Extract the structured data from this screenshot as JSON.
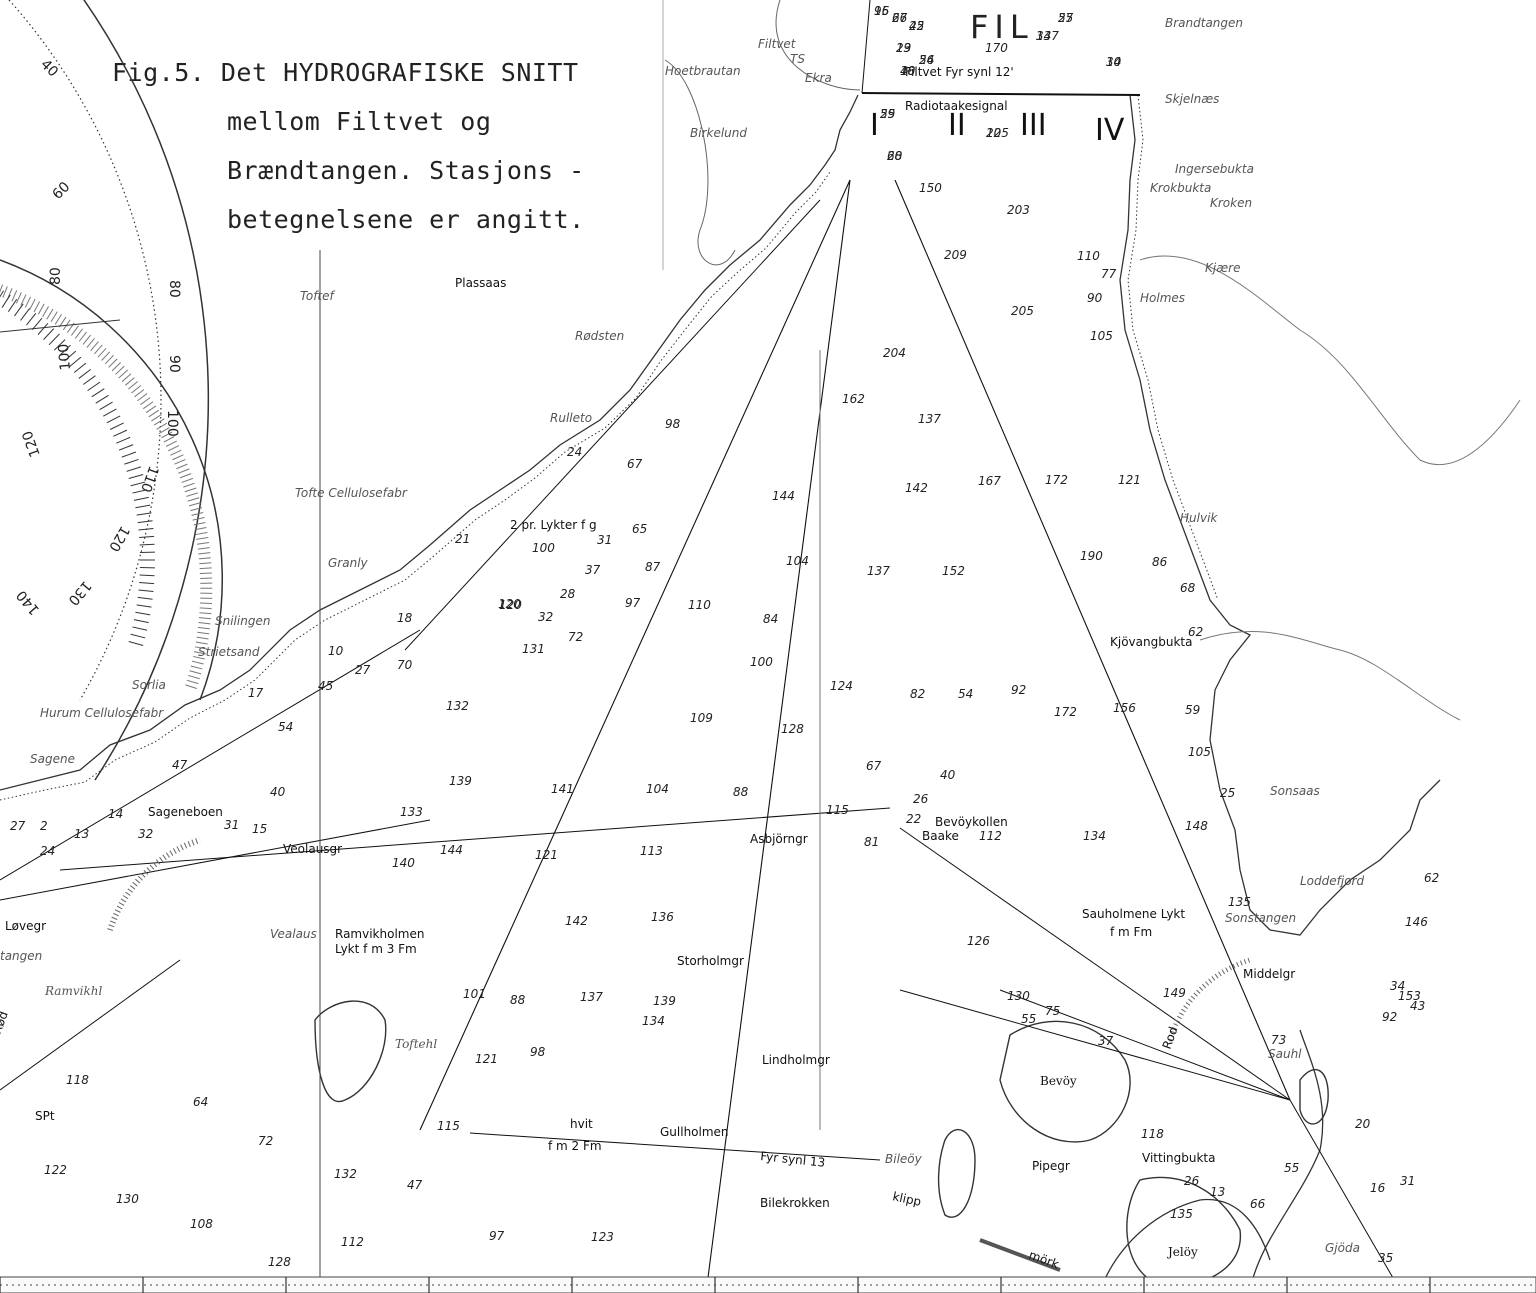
{
  "caption": {
    "line1": "Fig.5. Det HYDROGRAFISKE SNITT",
    "line2": "mellom Filtvet og",
    "line3": "Brændtangen. Stasjons -",
    "line4": "betegnelsene er angitt."
  },
  "stations": [
    "I",
    "II",
    "III",
    "IV"
  ],
  "headers": {
    "fil": "FIL",
    "fil_number": "170"
  },
  "places": [
    {
      "label": "Filtvet",
      "name": "filtvet"
    },
    {
      "label": "TS",
      "name": "ts"
    },
    {
      "label": "Ekra",
      "name": "ekra"
    },
    {
      "label": "Filtvet Fyr synl 12'",
      "name": "filtvet-fyr"
    },
    {
      "label": "Radiotaakesignal",
      "name": "radiotaakesignal"
    },
    {
      "label": "Plassaas",
      "name": "plassaas"
    },
    {
      "label": "Toftef",
      "name": "toftef"
    },
    {
      "label": "Rødsten",
      "name": "rodsten"
    },
    {
      "label": "Rulleto",
      "name": "rulleto"
    },
    {
      "label": "Tofte Cellulosefabr",
      "name": "tofte-cellulosefabr"
    },
    {
      "label": "2 pr. Lykter f g",
      "name": "lykter"
    },
    {
      "label": "Granly",
      "name": "granly"
    },
    {
      "label": "Snilingen",
      "name": "snilingen"
    },
    {
      "label": "Strietsand",
      "name": "strietsand"
    },
    {
      "label": "Sorlia",
      "name": "sorlia"
    },
    {
      "label": "Hurum Cellulosefabr",
      "name": "hurum-cellulosefabr"
    },
    {
      "label": "Sagene",
      "name": "sagene"
    },
    {
      "label": "Sageneboen",
      "name": "sageneboen"
    },
    {
      "label": "Veolausgr",
      "name": "veolausgr"
    },
    {
      "label": "Vealaus",
      "name": "vealaus"
    },
    {
      "label": "Ramvikholmen",
      "name": "ramvikholmen"
    },
    {
      "label": "Lykt f m 3 Fm",
      "name": "ramvik-lykt"
    },
    {
      "label": "Ramvikhl",
      "name": "ramvikhl"
    },
    {
      "label": "Løvegr",
      "name": "lovegr"
    },
    {
      "label": "tangen",
      "name": "tangen"
    },
    {
      "label": "Toftehl",
      "name": "toftehl"
    },
    {
      "label": "Asbjörngr",
      "name": "asbjorngr"
    },
    {
      "label": "Bevöykollen",
      "name": "bevoykollen"
    },
    {
      "label": "Baake",
      "name": "baake"
    },
    {
      "label": "Storholmgr",
      "name": "storholmgr"
    },
    {
      "label": "Lindholmgr",
      "name": "lindholmgr"
    },
    {
      "label": "Gullholmen",
      "name": "gullholmen"
    },
    {
      "label": "Fyr synl 13",
      "name": "gullholmen-fyr"
    },
    {
      "label": "Bilekrokken",
      "name": "bilekrokken"
    },
    {
      "label": "Bileöy",
      "name": "bileoy"
    },
    {
      "label": "Bevöy",
      "name": "bevoy"
    },
    {
      "label": "Pipegr",
      "name": "pipegr"
    },
    {
      "label": "Vittingbukta",
      "name": "vittingbukta"
    },
    {
      "label": "Jelöy",
      "name": "jeloy"
    },
    {
      "label": "Sauholmene Lykt",
      "name": "sauholmene-lykt"
    },
    {
      "label": "Sonstangen",
      "name": "sonstangen"
    },
    {
      "label": "Middelgr",
      "name": "middelgr"
    },
    {
      "label": "Kjövangbukta",
      "name": "kjovangbukta"
    },
    {
      "label": "Brandtangen",
      "name": "brandtangen"
    },
    {
      "label": "Skjelnæs",
      "name": "skjelnes"
    },
    {
      "label": "Ingersebukta",
      "name": "ingersebukta"
    },
    {
      "label": "Krokbukta",
      "name": "krokbukta"
    },
    {
      "label": "Kroken",
      "name": "kroken"
    },
    {
      "label": "Kjære",
      "name": "kjaere"
    },
    {
      "label": "Holmes",
      "name": "holmes"
    },
    {
      "label": "Hulvik",
      "name": "hulvik"
    },
    {
      "label": "Sonsaas",
      "name": "sonsaas"
    },
    {
      "label": "Loddefjord",
      "name": "loddefjord"
    },
    {
      "label": "Hoetbrautan",
      "name": "hoetbrautan"
    },
    {
      "label": "Birkelund",
      "name": "birkelund"
    },
    {
      "label": "Gjöda",
      "name": "gjoda"
    },
    {
      "label": "Sauhl",
      "name": "sauhl"
    },
    {
      "label": "SPt",
      "name": "spt"
    }
  ],
  "light_labels": [
    {
      "label": "hvit",
      "name": "hvit-1"
    },
    {
      "label": "f m 2 Fm",
      "name": "fm2fm-1"
    },
    {
      "label": "Rod",
      "name": "rod-1"
    },
    {
      "label": "klipp",
      "name": "klipp-1"
    },
    {
      "label": "mörk",
      "name": "mork-1"
    },
    {
      "label": "f m Fm",
      "name": "fmfm-1"
    },
    {
      "label": "Rød",
      "name": "rod-2"
    }
  ],
  "depths": [
    "16",
    "26",
    "45",
    "19",
    "54",
    "55",
    "137",
    "30",
    "18",
    "25",
    "60",
    "205",
    "150",
    "203",
    "209",
    "110",
    "77",
    "90",
    "205",
    "105",
    "204",
    "162",
    "137",
    "142",
    "167",
    "172",
    "121",
    "190",
    "86",
    "68",
    "62",
    "144",
    "104",
    "137",
    "152",
    "124",
    "82",
    "54",
    "92",
    "172",
    "156",
    "59",
    "105",
    "100",
    "109",
    "128",
    "67",
    "40",
    "88",
    "115",
    "26",
    "22",
    "112",
    "134",
    "148",
    "25",
    "81",
    "104",
    "141",
    "113",
    "121",
    "139",
    "132",
    "120",
    "144",
    "140",
    "133",
    "135",
    "126",
    "149",
    "130",
    "75",
    "55",
    "37",
    "98",
    "24",
    "67",
    "65",
    "87",
    "31",
    "21",
    "100",
    "37",
    "28",
    "97",
    "110",
    "84",
    "120",
    "32",
    "72",
    "131",
    "17",
    "27",
    "70",
    "10",
    "45",
    "18",
    "54",
    "47",
    "40",
    "31",
    "15",
    "13",
    "24",
    "27",
    "14",
    "32",
    "2",
    "118",
    "64",
    "72",
    "122",
    "130",
    "108",
    "128",
    "112",
    "97",
    "123",
    "132",
    "47",
    "115",
    "121",
    "98",
    "134",
    "136",
    "142",
    "101",
    "88",
    "137",
    "139",
    "135",
    "118",
    "26",
    "13",
    "66",
    "55",
    "35",
    "20",
    "16",
    "31",
    "92",
    "146",
    "62",
    "73",
    "34",
    "153",
    "43",
    "95",
    "67",
    "22",
    "23",
    "26",
    "27",
    "34",
    "14",
    "40",
    "59",
    "28",
    "12"
  ],
  "scale_labels": {
    "outer": [
      "40",
      "60",
      "80",
      "100",
      "120",
      "140"
    ],
    "inner": [
      "80",
      "90",
      "100",
      "110",
      "120",
      "130"
    ]
  }
}
